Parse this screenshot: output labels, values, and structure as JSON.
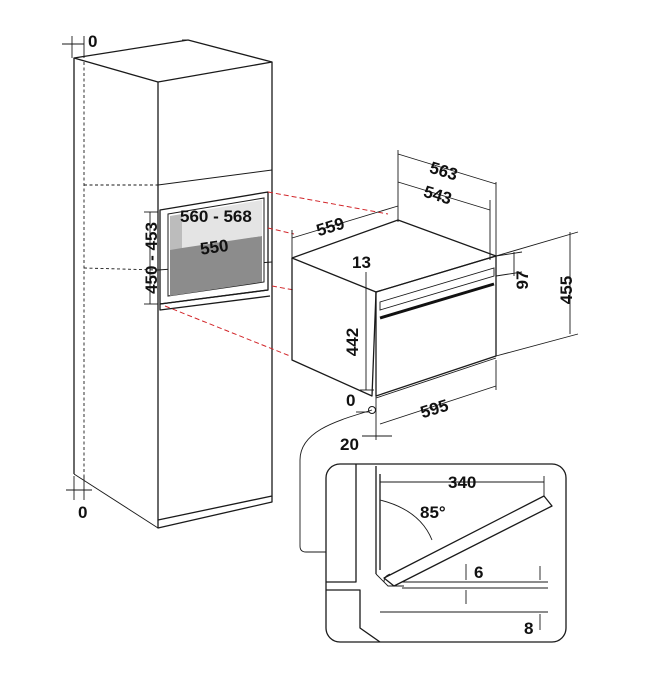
{
  "labels": {
    "cabinet_top_offset": "0",
    "cabinet_bottom_offset": "0",
    "niche_width": "560 - 568",
    "niche_depth": "550",
    "niche_height": "450 - 453",
    "oven_depth_total": "563",
    "oven_depth_body": "543",
    "oven_side_depth": "559",
    "oven_top_gap": "13",
    "oven_body_height": "442",
    "oven_front_top": "97",
    "oven_total_height": "455",
    "oven_width": "595",
    "oven_bottom_offset": "0",
    "front_offset": "20",
    "door_depth": "340",
    "door_angle": "85°",
    "door_gap": "6",
    "floor_gap": "8"
  },
  "colors": {
    "line": "#1a1a1a",
    "guide": "#d2262a",
    "niche_fill": "#8c8c8c",
    "background": "#ffffff"
  }
}
